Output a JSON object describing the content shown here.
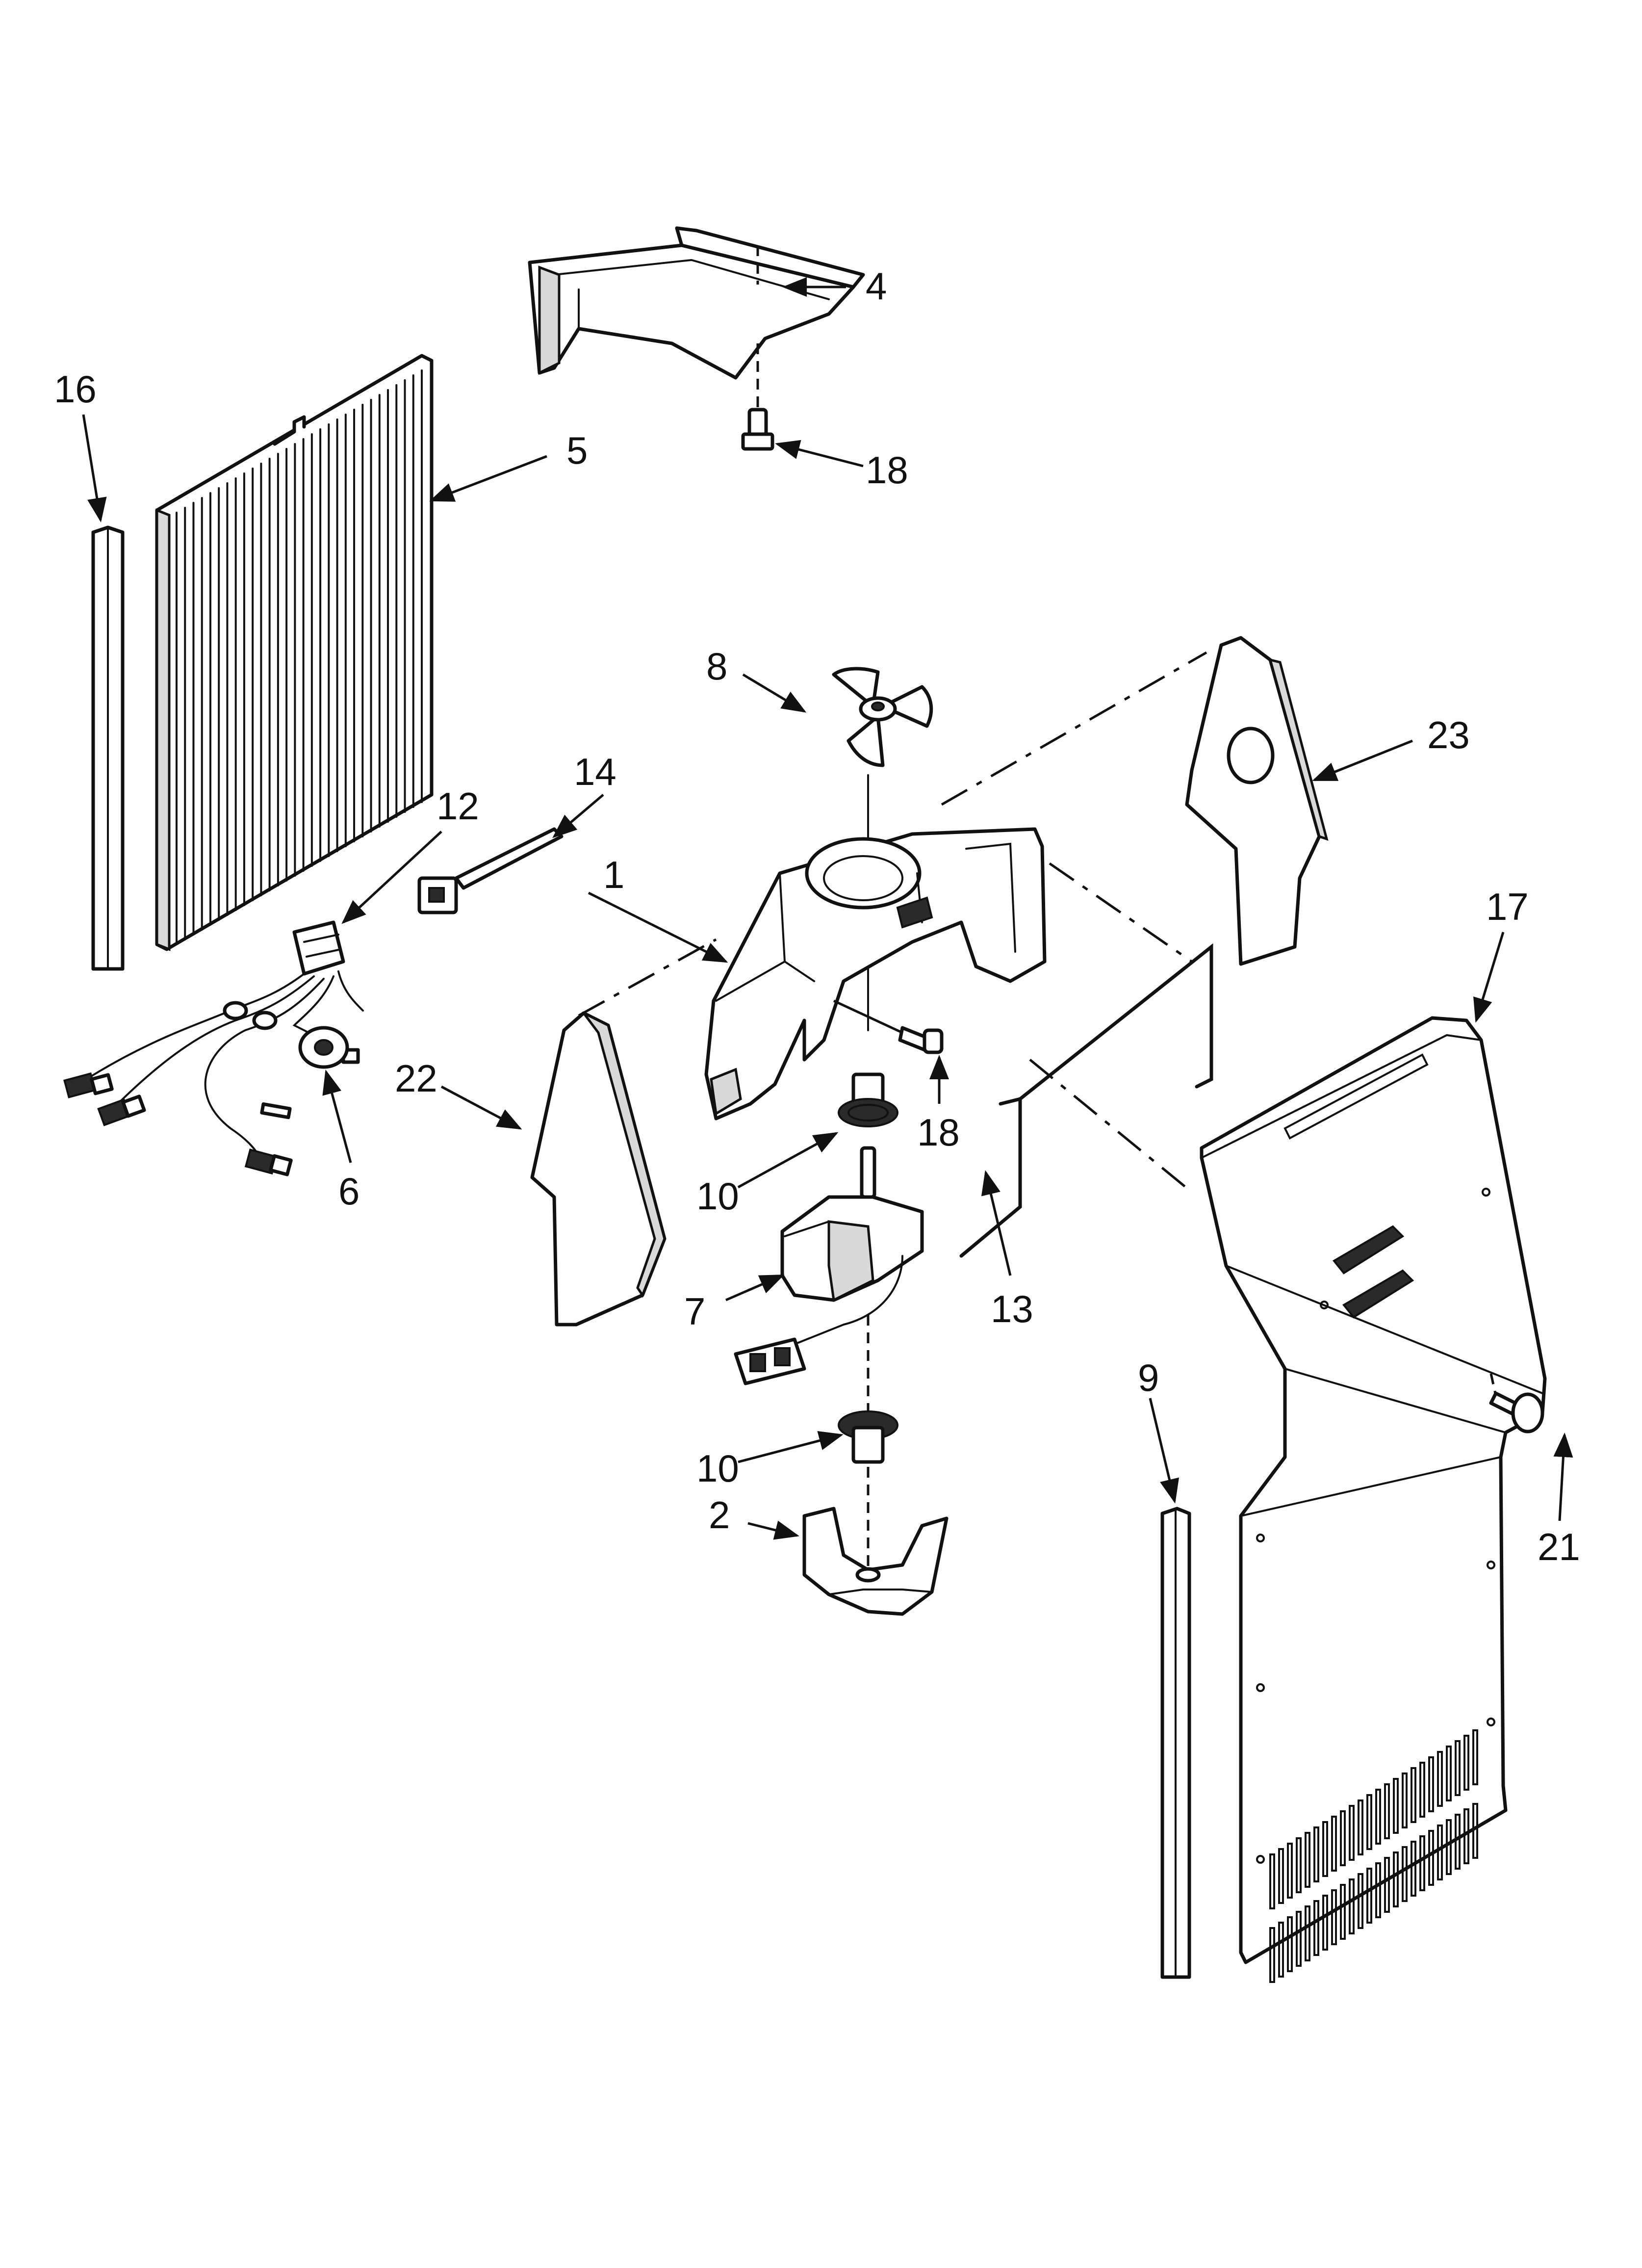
{
  "diagram": {
    "callouts": [
      {
        "id": "c1",
        "text": "1"
      },
      {
        "id": "c2",
        "text": "2"
      },
      {
        "id": "c4",
        "text": "4"
      },
      {
        "id": "c5",
        "text": "5"
      },
      {
        "id": "c6",
        "text": "6"
      },
      {
        "id": "c7",
        "text": "7"
      },
      {
        "id": "c8",
        "text": "8"
      },
      {
        "id": "c9",
        "text": "9"
      },
      {
        "id": "c10a",
        "text": "10"
      },
      {
        "id": "c10b",
        "text": "10"
      },
      {
        "id": "c12",
        "text": "12"
      },
      {
        "id": "c13",
        "text": "13"
      },
      {
        "id": "c14",
        "text": "14"
      },
      {
        "id": "c16",
        "text": "16"
      },
      {
        "id": "c17",
        "text": "17"
      },
      {
        "id": "c18a",
        "text": "18"
      },
      {
        "id": "c18b",
        "text": "18"
      },
      {
        "id": "c21",
        "text": "21"
      },
      {
        "id": "c22",
        "text": "22"
      },
      {
        "id": "c23",
        "text": "23"
      }
    ]
  }
}
